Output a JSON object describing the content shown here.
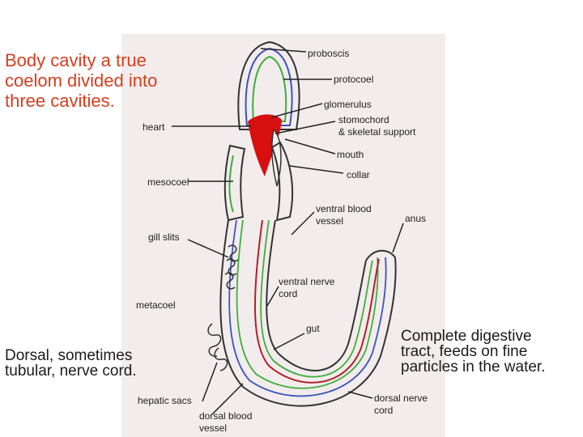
{
  "captions": {
    "coelom": "Body cavity a true\ncoelom divided into\nthree cavities.",
    "nerve_cord": "Dorsal, sometimes\ntubular, nerve cord.",
    "digestive": "Complete digestive\ntract, feeds on fine\nparticles in the water."
  },
  "labels": {
    "proboscis": "proboscis",
    "protocoel": "protocoel",
    "glomerulus": "glomerulus",
    "stomochord_1": "stomochord",
    "stomochord_2": "& skeletal support",
    "heart": "heart",
    "mouth": "mouth",
    "collar": "collar",
    "mesocoel": "mesocoel",
    "ventral_blood_vessel_1": "ventral blood",
    "ventral_blood_vessel_2": "vessel",
    "anus": "anus",
    "gill_slits": "gill slits",
    "ventral_nerve_cord_1": "ventral nerve",
    "ventral_nerve_cord_2": "cord",
    "metacoel": "metacoel",
    "gut": "gut",
    "hepatic_sacs": "hepatic sacs",
    "dorsal_blood_vessel_1": "dorsal blood",
    "dorsal_blood_vessel_2": "vessel",
    "dorsal_nerve_cord_1": "dorsal nerve",
    "dorsal_nerve_cord_2": "cord"
  },
  "colors": {
    "caption_accent": "#d2401f",
    "heart_fill": "#d80f0f",
    "blood_vessel": "#b0202a",
    "nerve_cord": "#3a55c0",
    "coelom_outline": "#3fae3f",
    "body_outline": "#333333"
  }
}
